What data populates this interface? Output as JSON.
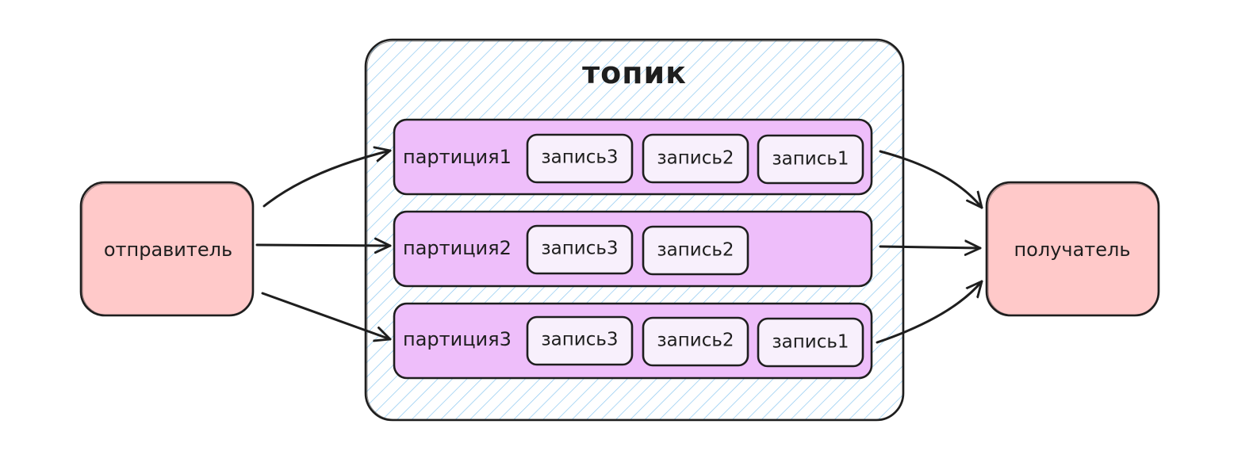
{
  "topic": {
    "label": "топик",
    "fill": "#a5d8ff"
  },
  "sender": {
    "label": "отправитель",
    "fill": "#ffc9c9"
  },
  "receiver": {
    "label": "получатель",
    "fill": "#ffc9c9"
  },
  "partition_fill": "#eebefa",
  "record_fill": "#f8f0fc",
  "stroke": "#1e1e1e",
  "partitions": [
    {
      "label": "партиция1",
      "records": [
        "запись3",
        "запись2",
        "запись1"
      ]
    },
    {
      "label": "партиция2",
      "records": [
        "запись3",
        "запись2"
      ]
    },
    {
      "label": "партиция3",
      "records": [
        "запись3",
        "запись2",
        "запись1"
      ]
    }
  ]
}
